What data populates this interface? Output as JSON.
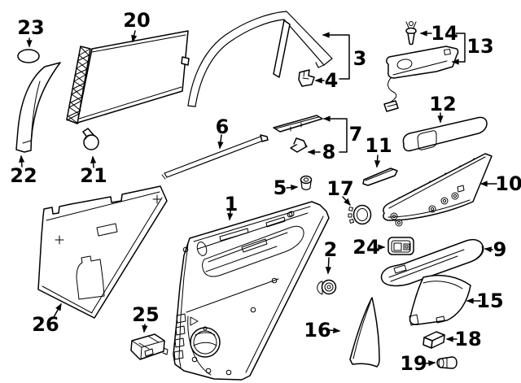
{
  "diagram": {
    "colors": {
      "line": "#000000",
      "background": "#ffffff"
    },
    "callouts": [
      {
        "label": "1"
      },
      {
        "label": "2"
      },
      {
        "label": "3"
      },
      {
        "label": "4"
      },
      {
        "label": "5"
      },
      {
        "label": "6"
      },
      {
        "label": "7"
      },
      {
        "label": "8"
      },
      {
        "label": "9"
      },
      {
        "label": "10"
      },
      {
        "label": "11"
      },
      {
        "label": "12"
      },
      {
        "label": "13"
      },
      {
        "label": "14"
      },
      {
        "label": "15"
      },
      {
        "label": "16"
      },
      {
        "label": "17"
      },
      {
        "label": "18"
      },
      {
        "label": "19"
      },
      {
        "label": "20"
      },
      {
        "label": "21"
      },
      {
        "label": "22"
      },
      {
        "label": "23"
      },
      {
        "label": "24"
      },
      {
        "label": "25"
      },
      {
        "label": "26"
      }
    ]
  }
}
